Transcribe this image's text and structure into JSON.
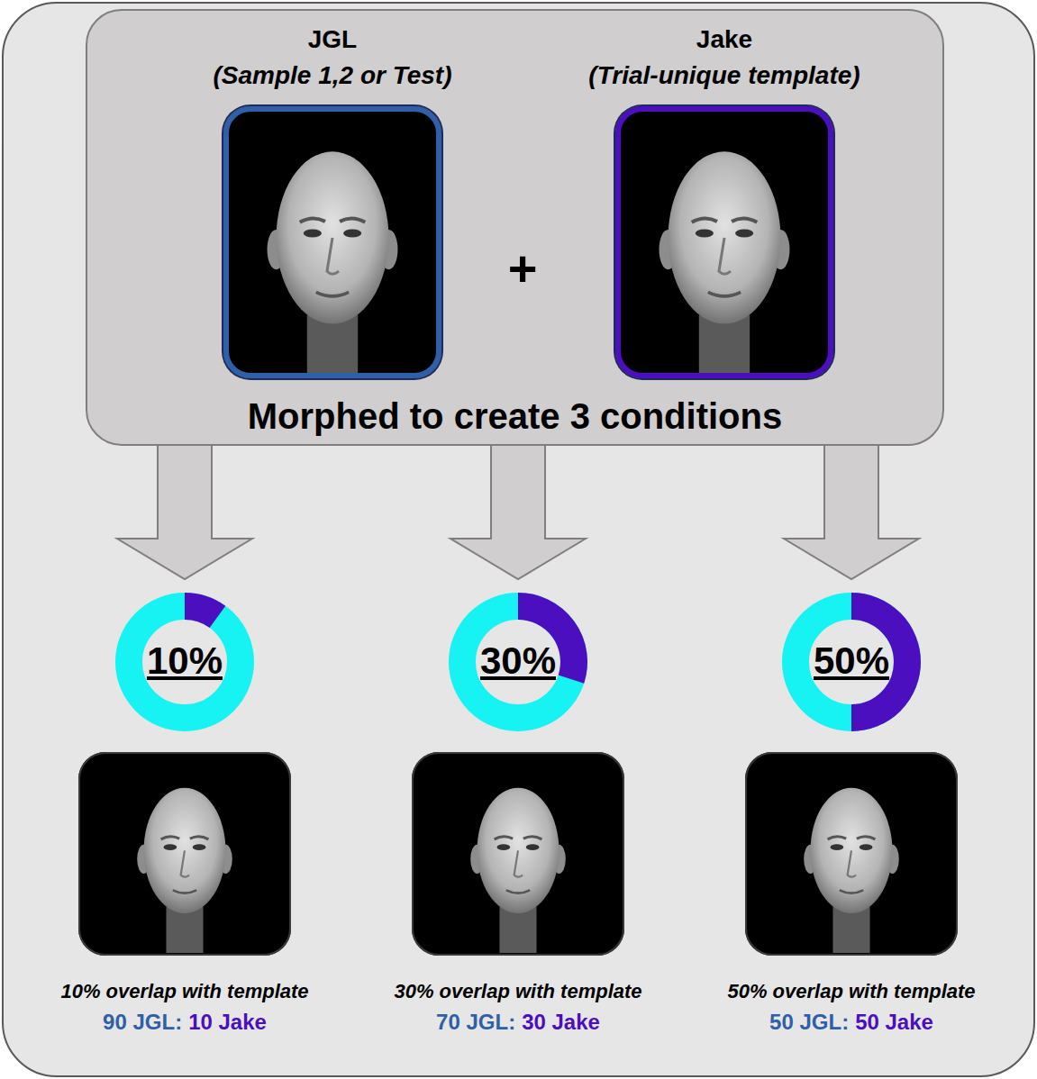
{
  "diagram": {
    "nodes": [
      {
        "text": [
          "Morphed to create 3 conditions"
        ]
      },
      {
        "text": [
          "JGL",
          "(Sample 1,2 or Test)"
        ],
        "in": 0
      },
      {
        "text": [
          "Jake",
          "(Trial-unique template)"
        ],
        "in": 0
      },
      {
        "text": [
          "10%"
        ]
      },
      {
        "text": [
          "30%"
        ]
      },
      {
        "text": [
          "50%"
        ]
      },
      {
        "text": [
          "10% overlap with template",
          "90 JGL:",
          "10 Jake"
        ]
      },
      {
        "text": [
          "30% overlap with template",
          "70 JGL:",
          "30 Jake"
        ]
      },
      {
        "text": [
          "50% overlap with template",
          "50 JGL:",
          "50 Jake"
        ]
      }
    ],
    "edges": [
      {
        "from": 0,
        "to": 3,
        "arrow": "to"
      },
      {
        "from": 0,
        "to": 4,
        "arrow": "to"
      },
      {
        "from": 0,
        "to": 5,
        "arrow": "to"
      }
    ],
    "labels": [
      "+"
    ]
  }
}
